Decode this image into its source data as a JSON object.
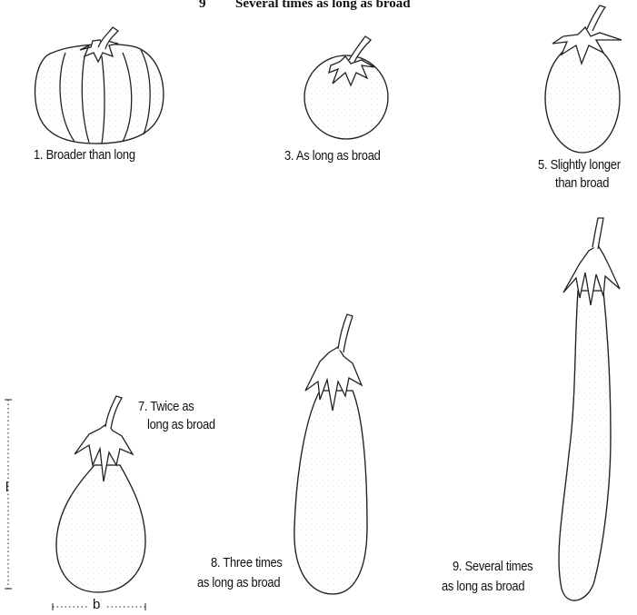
{
  "header": {
    "number": "9",
    "text": "Several times as long as broad"
  },
  "figures": [
    {
      "label_lines": [
        "1. Broader than long"
      ]
    },
    {
      "label_lines": [
        "3. As long as broad"
      ]
    },
    {
      "label_lines": [
        "5. Slightly longer",
        "than broad"
      ]
    },
    {
      "label_lines": [
        "7. Twice as",
        "long as broad"
      ]
    },
    {
      "label_lines": [
        "8. Three times",
        "as long as broad"
      ]
    },
    {
      "label_lines": [
        "9. Several times",
        "as long as broad"
      ]
    }
  ],
  "measure": {
    "length_symbol": "l",
    "breadth_symbol": "b"
  }
}
